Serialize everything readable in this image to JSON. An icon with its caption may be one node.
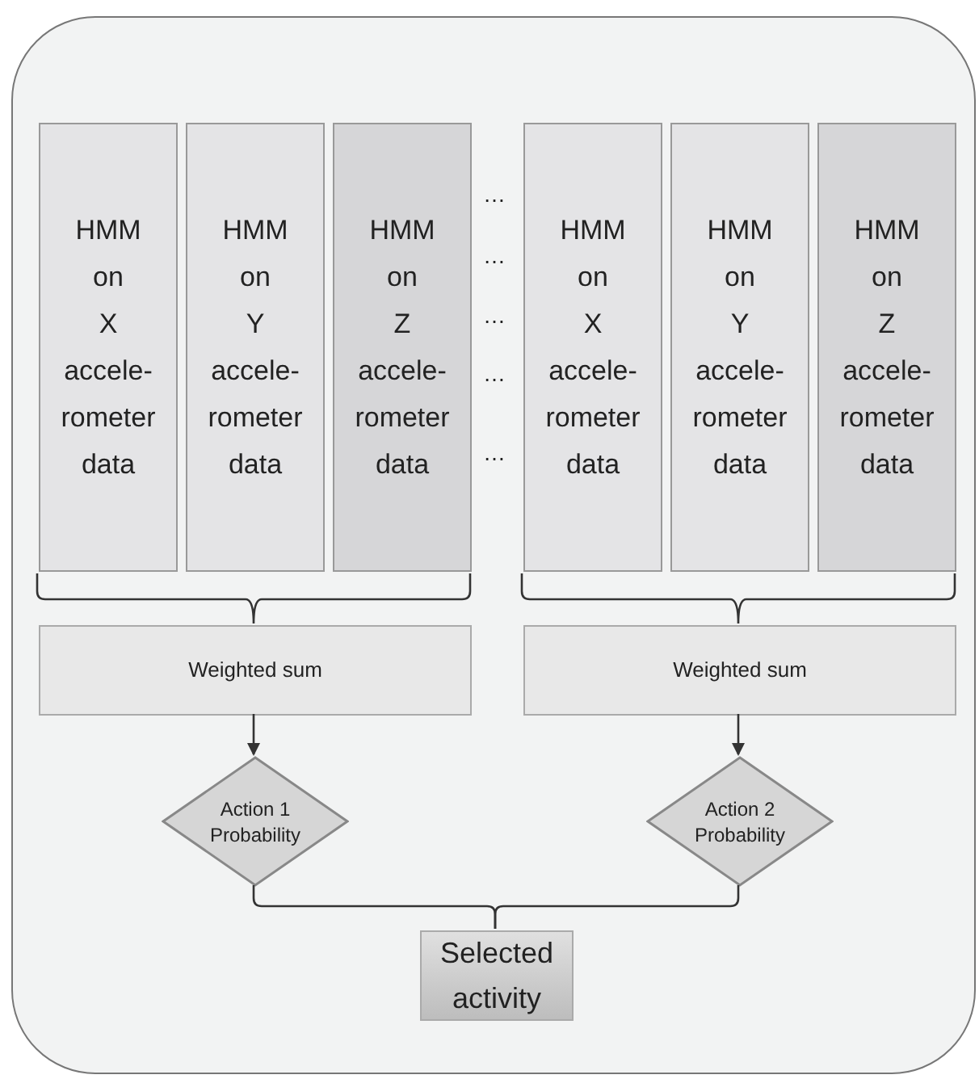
{
  "diagram": {
    "nodes": [
      {
        "text": [],
        "shape": "box"
      },
      {
        "text": [
          "HMM on X accele- rometer data"
        ],
        "in": 0
      },
      {
        "text": [
          "HMM on Y accele- rometer data"
        ],
        "in": 0
      },
      {
        "text": [
          "HMM on Z accele- rometer data"
        ],
        "in": 0
      },
      {
        "text": [
          "HMM on X accele- rometer data"
        ],
        "in": 0
      },
      {
        "text": [
          "HMM on Y accele- rometer data"
        ],
        "in": 0
      },
      {
        "text": [
          "HMM on Z accele- rometer data"
        ],
        "in": 0
      },
      {
        "text": [
          "Weighted sum"
        ],
        "in": 0
      },
      {
        "text": [
          "Weighted sum"
        ],
        "in": 0
      },
      {
        "text": [
          "Action 1 Probability"
        ],
        "in": 0
      },
      {
        "text": [
          "Action 2 Probability"
        ],
        "in": 0
      },
      {
        "text": [
          "Selected activity"
        ],
        "in": 0
      }
    ],
    "edges": [
      {
        "from": 7,
        "to": 9,
        "arrow": "to"
      },
      {
        "from": 8,
        "to": 10,
        "arrow": "to"
      },
      {
        "from": 9,
        "to": 11,
        "arrow": "none"
      },
      {
        "from": 10,
        "to": 11,
        "arrow": "none"
      }
    ],
    "labels": [
      "…",
      "…",
      "…",
      "…",
      "…"
    ]
  }
}
